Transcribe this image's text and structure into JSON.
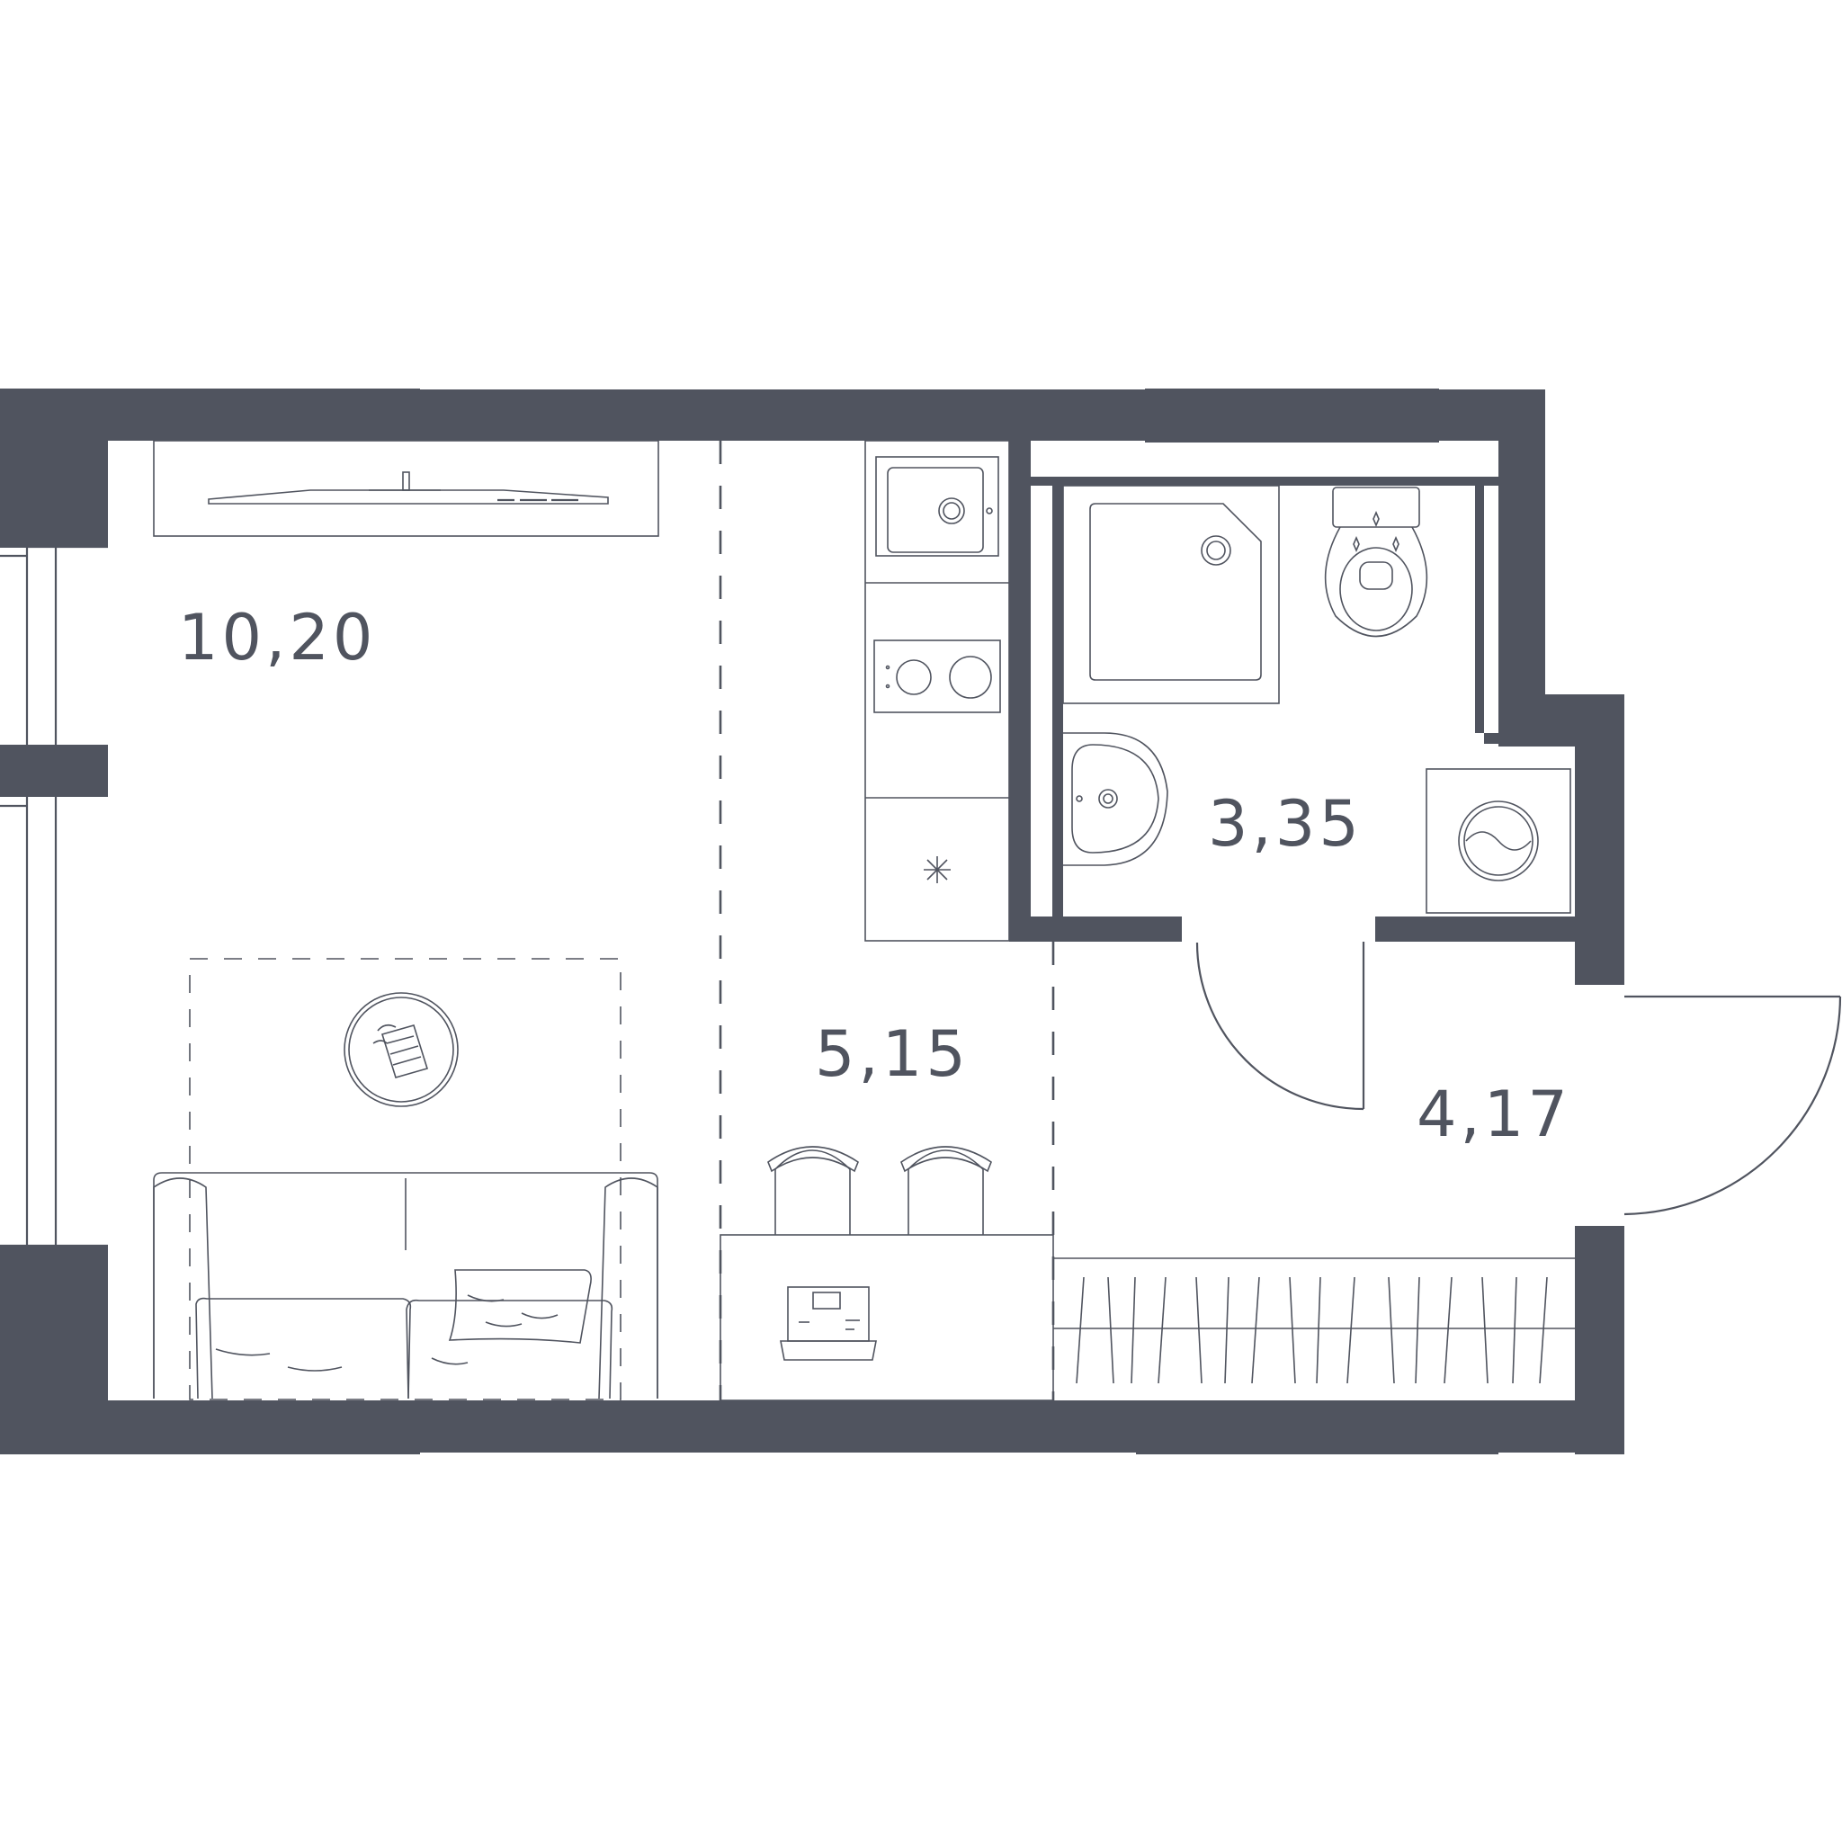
{
  "rooms": [
    {
      "id": "living",
      "area": "10,20"
    },
    {
      "id": "kitchen",
      "area": "5,15"
    },
    {
      "id": "bathroom",
      "area": "3,35"
    },
    {
      "id": "hallway",
      "area": "4,17"
    }
  ],
  "colors": {
    "wall": "#50545f",
    "line": "#50545f",
    "background": "#ffffff"
  },
  "icons": [
    "sink-icon",
    "stove-icon",
    "fridge-icon",
    "shower-icon",
    "toilet-icon",
    "washbasin-icon",
    "washing-machine-icon",
    "sofa-icon",
    "coffee-table-icon",
    "tv-icon",
    "chair-icon",
    "laptop-icon",
    "door-icon",
    "wardrobe-icon"
  ]
}
